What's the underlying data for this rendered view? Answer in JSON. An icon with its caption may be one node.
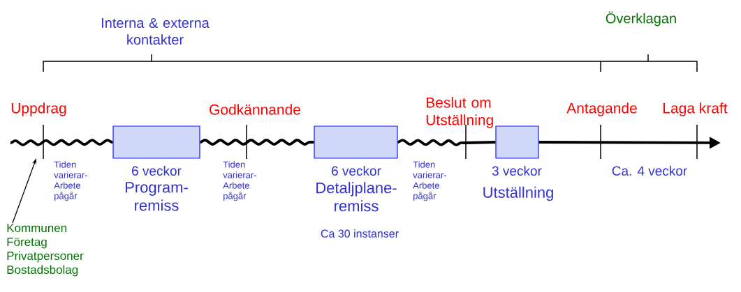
{
  "diagram": {
    "nodes": [
      {
        "text": [],
        "shape": "box",
        "beside": [
          "6 veckor",
          "Program- remiss"
        ]
      },
      {
        "text": [],
        "shape": "box",
        "beside": [
          "6 veckor",
          "Detaljplane- remiss",
          "Ca 30 instanser"
        ]
      },
      {
        "text": [],
        "shape": "box",
        "beside": [
          "3 veckor",
          "Utställning"
        ]
      },
      {
        "text": [
          "Kommunen",
          "Företag",
          "Privatpersoner",
          "Bostadsbolag"
        ]
      }
    ],
    "edges": [
      {
        "from": null,
        "to": 0,
        "arrow": "none"
      },
      {
        "from": 0,
        "to": 1,
        "arrow": "none"
      },
      {
        "from": 1,
        "to": 2,
        "arrow": "none"
      },
      {
        "from": 2,
        "to": null,
        "arrow": "to"
      },
      {
        "from": 3,
        "to": null,
        "arrow": "to"
      }
    ],
    "labels": [
      "Interna & externa kontakter",
      "Överklagan",
      "Uppdrag",
      "Godkännande",
      "Beslut om Utställning",
      "Antagande",
      "Laga kraft",
      "Tiden varierar- Arbete pågår",
      "Tiden varierar- Arbete pågår",
      "Tiden varierar- Arbete pågår",
      "Ca. 4 veckor"
    ]
  }
}
